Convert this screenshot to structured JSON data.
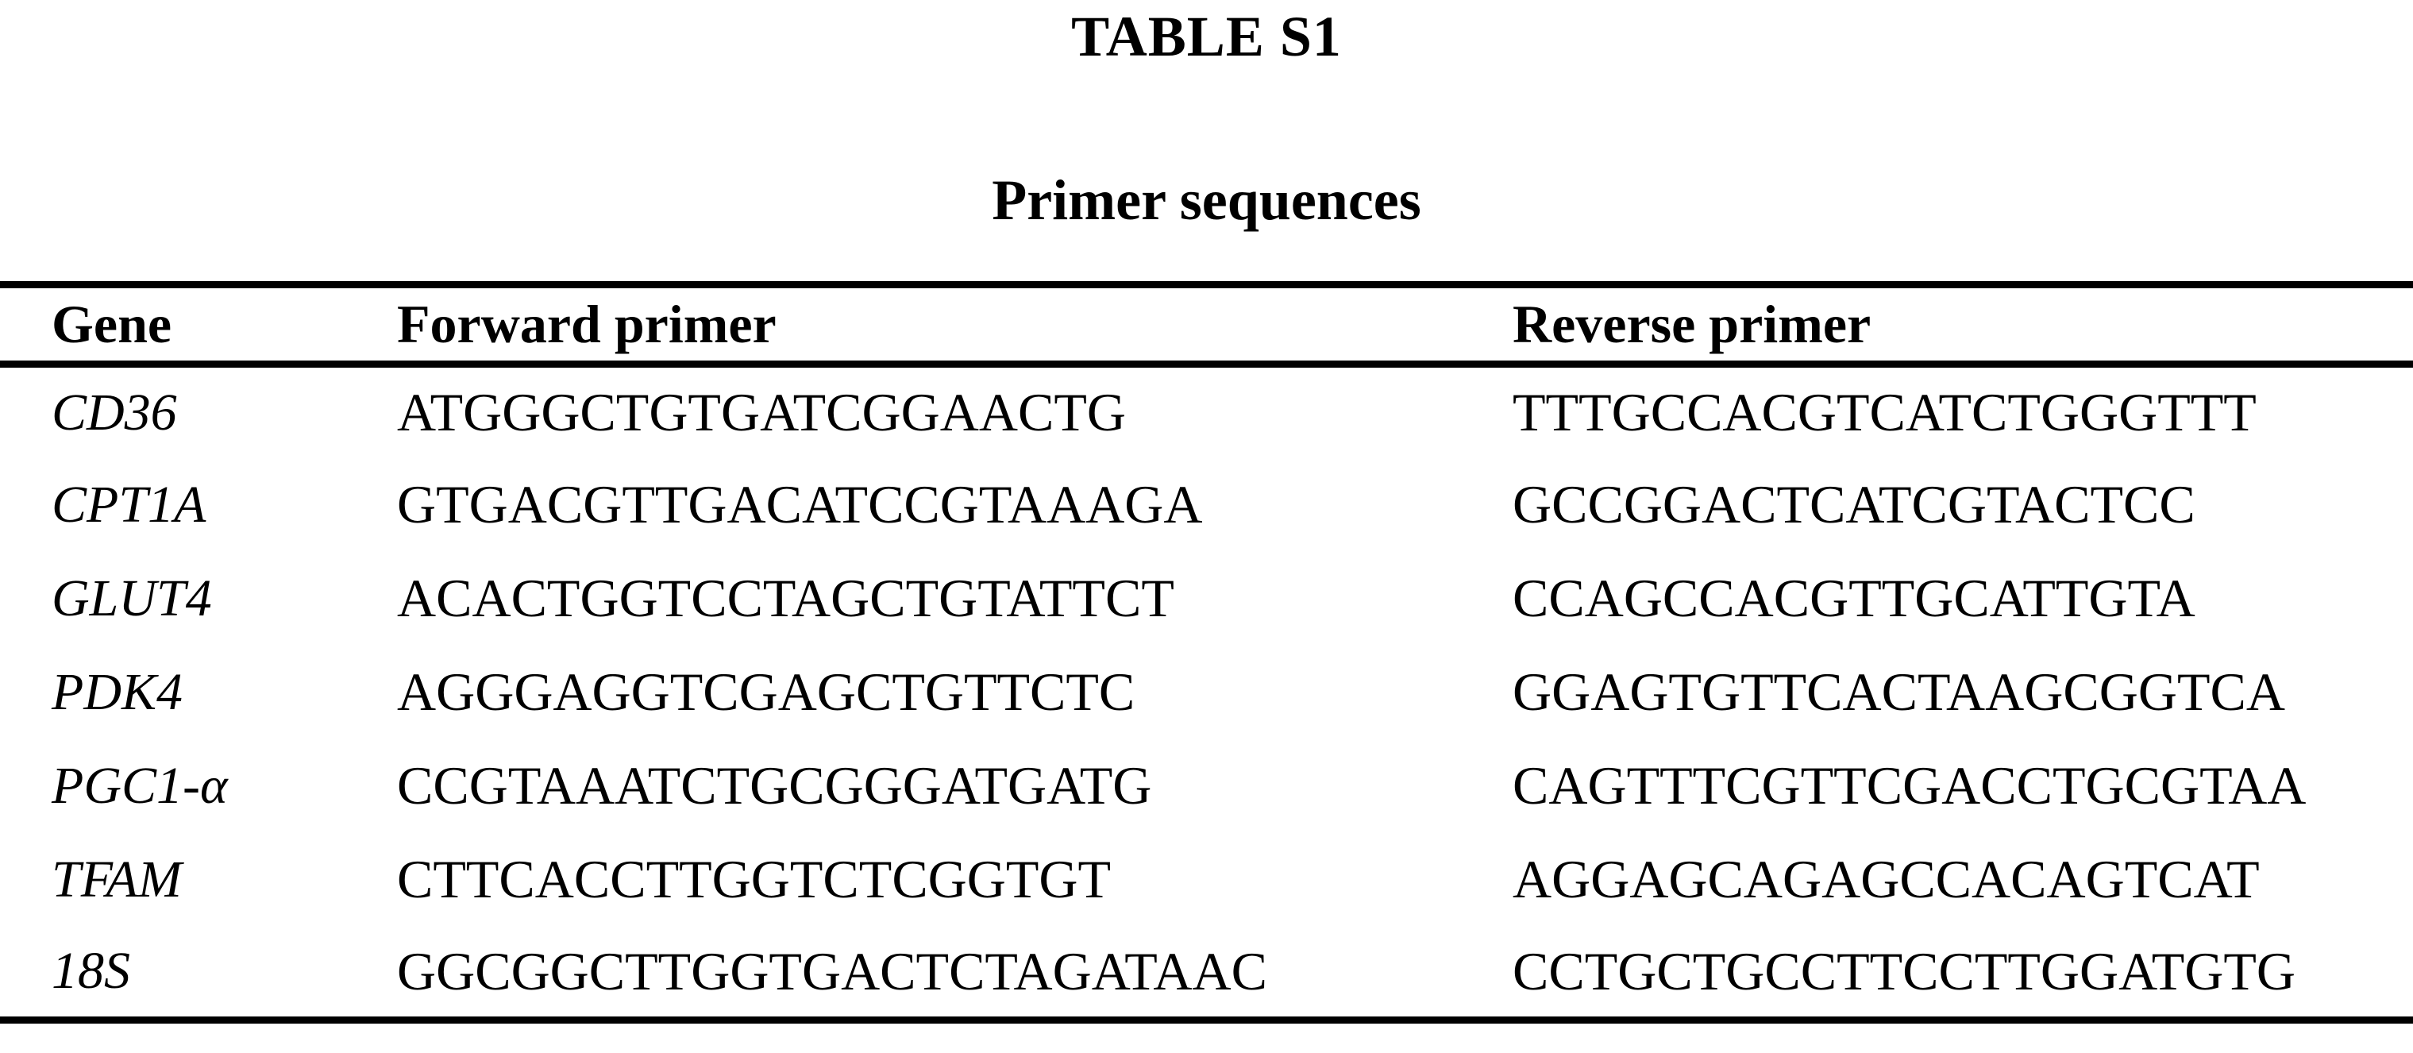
{
  "page": {
    "table_label": "TABLE S1",
    "table_title": "Primer sequences"
  },
  "colors": {
    "text": "#000000",
    "background": "#ffffff",
    "rule": "#000000"
  },
  "table": {
    "columns": {
      "gene": "Gene",
      "forward": "Forward primer",
      "reverse": "Reverse primer"
    },
    "rows": [
      {
        "gene": "CD36",
        "forward": "ATGGGCTGTGATCGGAACTG",
        "reverse": "TTTGCCACGTCATCTGGGTTT"
      },
      {
        "gene": "CPT1A",
        "forward": "GTGACGTTGACATCCGTAAAGA",
        "reverse": "GCCGGACTCATCGTACTCC"
      },
      {
        "gene": "GLUT4",
        "forward": "ACACTGGTCCTAGCTGTATTCT",
        "reverse": "CCAGCCACGTTGCATTGTA"
      },
      {
        "gene": "PDK4",
        "forward": "AGGGAGGTCGAGCTGTTCTC",
        "reverse": "GGAGTGTTCACTAAGCGGTCA"
      },
      {
        "gene": "PGC1-α",
        "forward": "CCGTAAATCTGCGGGATGATG",
        "reverse": "CAGTTTCGTTCGACCTGCGTAA"
      },
      {
        "gene": "TFAM",
        "forward": "CTTCACCTTGGTCTCGGTGT",
        "reverse": "AGGAGCAGAGCCACAGTCAT"
      },
      {
        "gene": "18S",
        "forward": "GGCGGCTTGGTGACTCTAGATAAC",
        "reverse": "CCTGCTGCCTTCCTTGGATGTG"
      }
    ]
  }
}
